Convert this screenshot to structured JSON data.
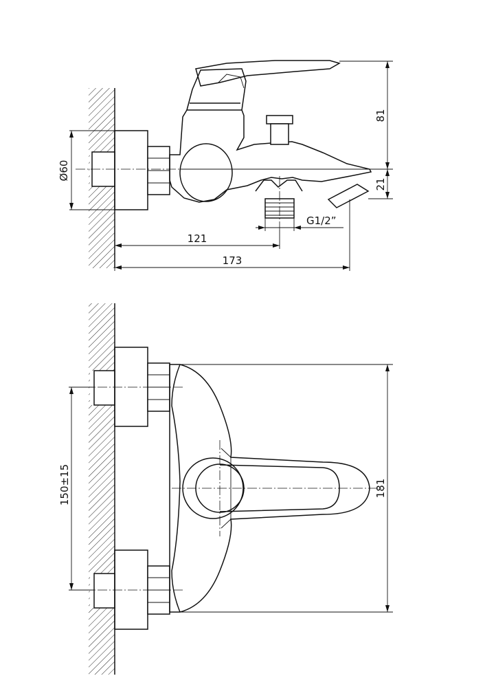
{
  "side_view": {
    "dims": {
      "d_pipe": "Ø60",
      "reach_outlet": "121",
      "reach_spout": "173",
      "height_handle": "81",
      "height_spout": "21",
      "thread": "G1/2”"
    }
  },
  "front_view": {
    "dims": {
      "center_distance": "150±15",
      "total_height": "181"
    }
  }
}
